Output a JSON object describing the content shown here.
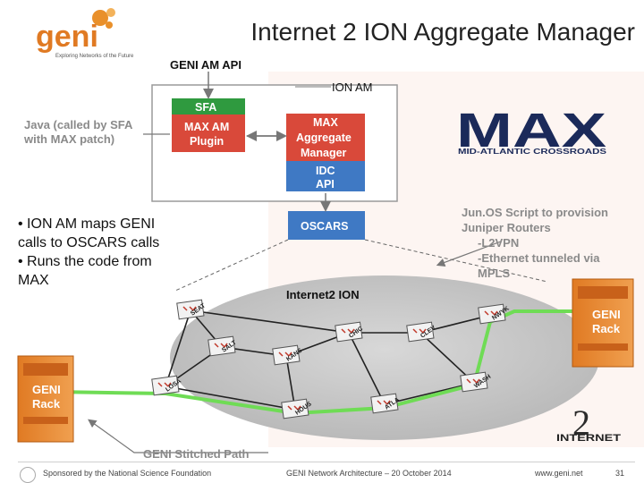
{
  "slide": {
    "title": "Internet 2 ION Aggregate Manager",
    "logo_word": "geni",
    "logo_tagline": "Exploring Networks of the Future"
  },
  "labels": {
    "geni_am_api": "GENI AM API",
    "ion_am": "ION AM",
    "java_note_line1": "Java (called by SFA",
    "java_note_line2": "with MAX patch)",
    "sfa": "SFA",
    "max_am_plugin_line1": "MAX AM",
    "max_am_plugin_line2": "Plugin",
    "max_agg_line1": "MAX",
    "max_agg_line2": "Aggregate",
    "max_agg_line3": "Manager",
    "idc_line1": "IDC",
    "idc_line2": "API",
    "oscars": "OSCARS",
    "max_logo_word": "MAX",
    "max_logo_tagline": "MID-ATLANTIC CROSSROADS",
    "junos_lines": [
      "Jun.OS Script to provision",
      "Juniper Routers",
      "-L2VPN",
      "-Ethernet tunneled via",
      "MPLS"
    ],
    "internet2_ion": "Internet2 ION",
    "geni_rack_right_line1": "GENI",
    "geni_rack_right_line2": "Rack",
    "geni_rack_left_line1": "GENI",
    "geni_rack_left_line2": "Rack",
    "stitched_path": "GENI Stitched Path",
    "internet2_logo": "INTERNET"
  },
  "bullets": [
    "ION AM maps GENI calls to OSCARS calls",
    "Runs the code from MAX"
  ],
  "routers": [
    {
      "id": "seat",
      "label": "SEAT"
    },
    {
      "id": "salt",
      "label": "SALT"
    },
    {
      "id": "kans",
      "label": "KANS"
    },
    {
      "id": "chic",
      "label": "CHIC"
    },
    {
      "id": "clev",
      "label": "CLEV"
    },
    {
      "id": "nwyk",
      "label": "NWYK"
    },
    {
      "id": "losa",
      "label": "LOSA"
    },
    {
      "id": "hous",
      "label": "HOUS"
    },
    {
      "id": "atla",
      "label": "ATLA"
    },
    {
      "id": "wash",
      "label": "WASH"
    }
  ],
  "footer": {
    "sponsor": "Sponsored by the National Science Foundation",
    "talk": "GENI Network Architecture – 20 October 2014",
    "url": "www.geni.net",
    "page": "31"
  },
  "colors": {
    "box_green": "#2f9a3f",
    "box_red": "#d9493a",
    "box_blue": "#3f79c4",
    "stitch_green": "#6fdc55",
    "geni_orange": "#e07a23"
  }
}
